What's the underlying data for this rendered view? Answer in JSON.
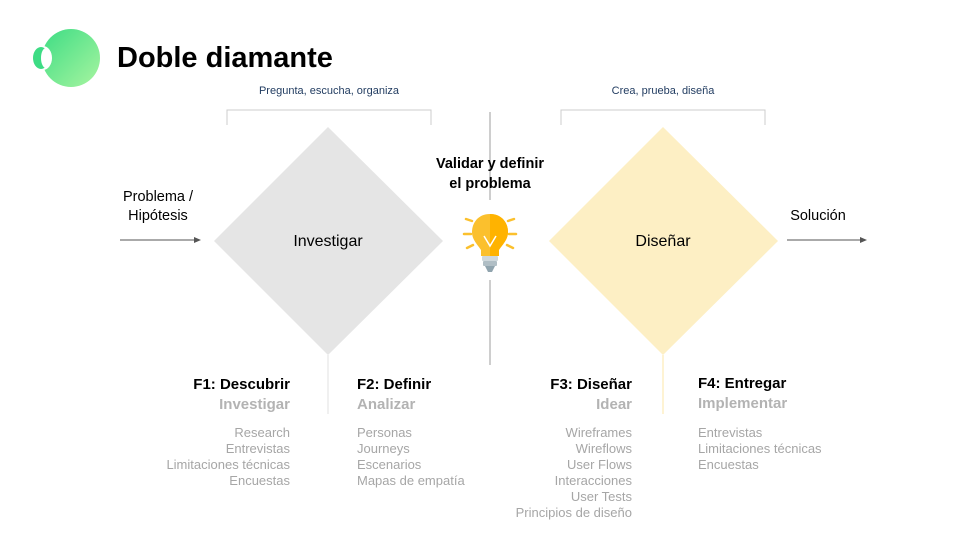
{
  "title": "Doble diamante",
  "brackets": {
    "left_caption": "Pregunta, escucha, organiza",
    "right_caption": "Crea, prueba, diseña"
  },
  "input": {
    "line1": "Problema /",
    "line2": "Hipótesis"
  },
  "output": {
    "label": "Solución"
  },
  "center": {
    "line1": "Validar y definir",
    "line2": "el problema"
  },
  "diamonds": {
    "left": {
      "label": "Investigar",
      "color": "#e5e5e5"
    },
    "right": {
      "label": "Diseñar",
      "color": "#fdefc4"
    }
  },
  "colors": {
    "logo_green": "#3ddc84",
    "bulb_yellow": "#fbc02d",
    "caption_blue": "#1f3a5f",
    "muted_gray": "#a6a6a6"
  },
  "phases": [
    {
      "title": "F1: Descubrir",
      "subtitle": "Investigar",
      "items": [
        "Research",
        "Entrevistas",
        "Limitaciones técnicas",
        "Encuestas"
      ]
    },
    {
      "title": "F2: Definir",
      "subtitle": "Analizar",
      "items": [
        "Personas",
        "Journeys",
        "Escenarios",
        "Mapas de empatía"
      ]
    },
    {
      "title": "F3: Diseñar",
      "subtitle": "Idear",
      "items": [
        "Wireframes",
        "Wireflows",
        "User Flows",
        "Interacciones",
        "User Tests",
        "Principios de diseño"
      ]
    },
    {
      "title": "F4: Entregar",
      "subtitle": "Implementar",
      "items": [
        "Entrevistas",
        "Limitaciones técnicas",
        "Encuestas"
      ]
    }
  ]
}
